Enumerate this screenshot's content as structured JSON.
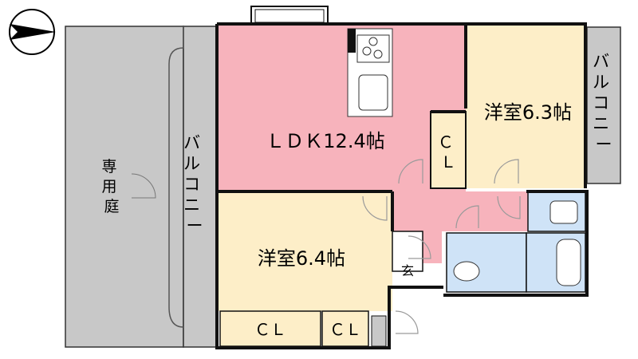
{
  "compass": {
    "icon": "north-arrow-icon"
  },
  "rooms": {
    "private_garden": "専用庭",
    "balcony_left": "バルコニー",
    "balcony_right": "バルコニー",
    "ldk": "ＬＤＫ12.4帖",
    "western_room_1": "洋室6.3帖",
    "western_room_2": "洋室6.4帖",
    "closet_main": "ＣＬ",
    "closet_1": "ＣＬ",
    "closet_2": "ＣＬ",
    "entrance": "玄"
  },
  "colors": {
    "ldk": "#f7b3bc",
    "western": "#fdeec8",
    "balcony": "#c8c8c8",
    "wet_area": "#cfe3f7",
    "wall": "#111111",
    "door_swing": "#9a9a9a"
  }
}
